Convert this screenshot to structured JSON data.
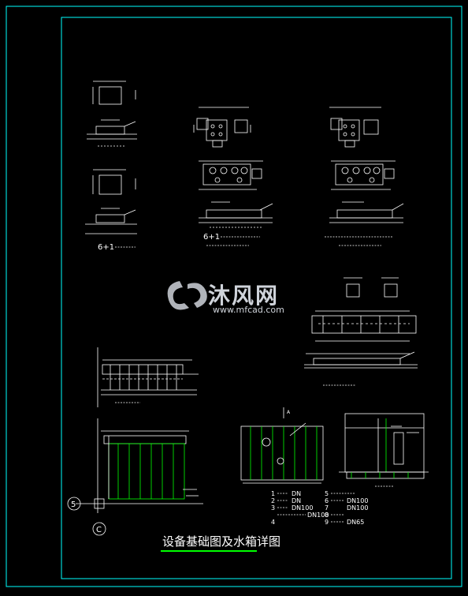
{
  "drawing": {
    "title": "设备基础图及水箱详图",
    "watermark": {
      "brand": "沐风网",
      "url": "www.mfcad.com"
    },
    "pump_base": {
      "label_a": "6+1",
      "label_b": "6+1"
    },
    "section_label": "A",
    "grid_labels": {
      "axis_5": "5",
      "axis_c": "C"
    },
    "legend": [
      {
        "no": "1",
        "text": "DN"
      },
      {
        "no": "2",
        "text": "DN"
      },
      {
        "no": "3",
        "text": "DN100"
      },
      {
        "no": "4",
        "text": "DN100"
      },
      {
        "no": "5",
        "text": ""
      },
      {
        "no": "6",
        "text": ""
      },
      {
        "no": "7",
        "text": "DN100"
      },
      {
        "no": "8",
        "text": "DN100"
      },
      {
        "no": "9",
        "text": "DN65"
      }
    ]
  },
  "colors": {
    "background": "#000000",
    "frame": "#00ffff",
    "lines": "#ffffff",
    "tank_panels": "#00ff00",
    "title_underline": "#00ff00",
    "watermark": "#cfd3da"
  }
}
